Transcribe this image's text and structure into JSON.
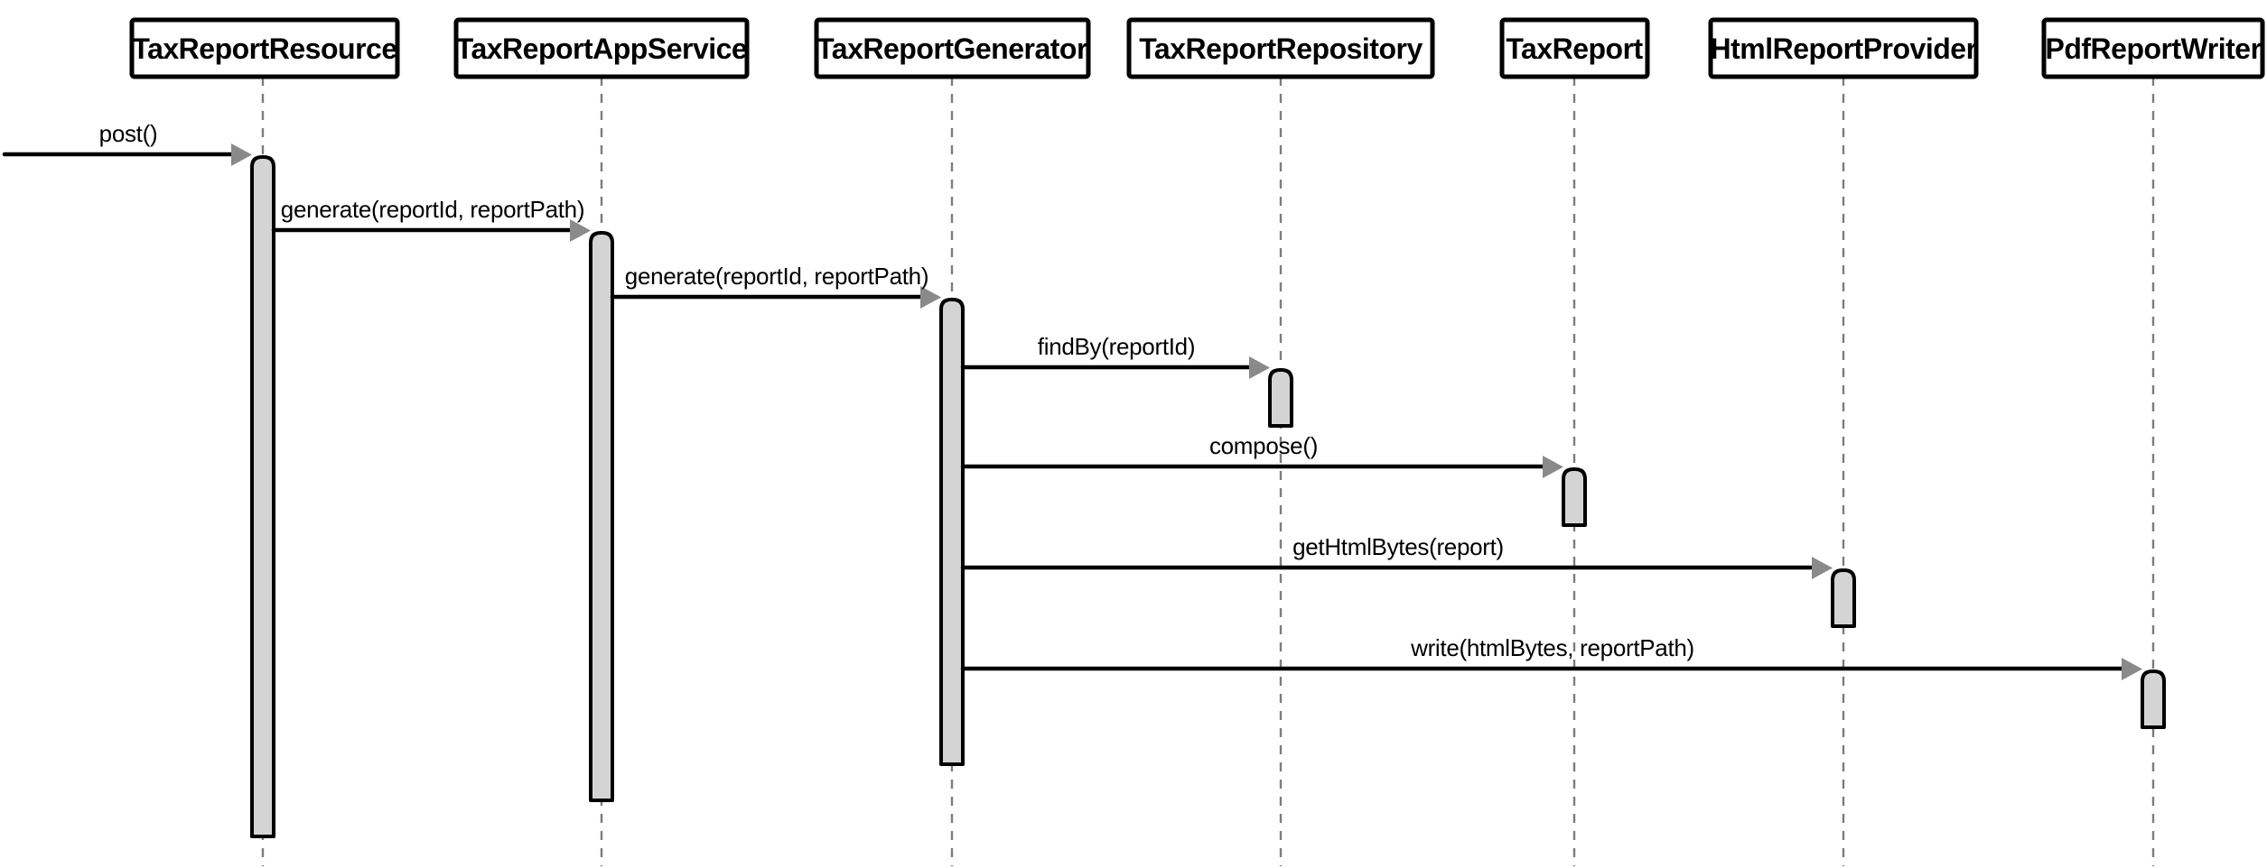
{
  "diagram": {
    "type": "uml-sequence-diagram",
    "participants": [
      {
        "name": "TaxReportResource"
      },
      {
        "name": "TaxReportAppService"
      },
      {
        "name": "TaxReportGenerator"
      },
      {
        "name": "TaxReportRepository"
      },
      {
        "name": "TaxReport"
      },
      {
        "name": "HtmlReportProvider"
      },
      {
        "name": "PdfReportWriter"
      }
    ],
    "messages": [
      {
        "label": "post()",
        "from": "external",
        "to": "TaxReportResource"
      },
      {
        "label": "generate(reportId, reportPath)",
        "from": "TaxReportResource",
        "to": "TaxReportAppService"
      },
      {
        "label": "generate(reportId, reportPath)",
        "from": "TaxReportAppService",
        "to": "TaxReportGenerator"
      },
      {
        "label": "findBy(reportId)",
        "from": "TaxReportGenerator",
        "to": "TaxReportRepository"
      },
      {
        "label": "compose()",
        "from": "TaxReportGenerator",
        "to": "TaxReport"
      },
      {
        "label": "getHtmlBytes(report)",
        "from": "TaxReportGenerator",
        "to": "HtmlReportProvider"
      },
      {
        "label": "write(htmlBytes, reportPath)",
        "from": "TaxReportGenerator",
        "to": "PdfReportWriter"
      }
    ],
    "colors": {
      "background": "#ffffff",
      "stroke": "#000000",
      "activation_fill": "#d4d4d4",
      "arrowhead": "#8a8a8a",
      "lifeline": "#7d7d7d"
    }
  }
}
